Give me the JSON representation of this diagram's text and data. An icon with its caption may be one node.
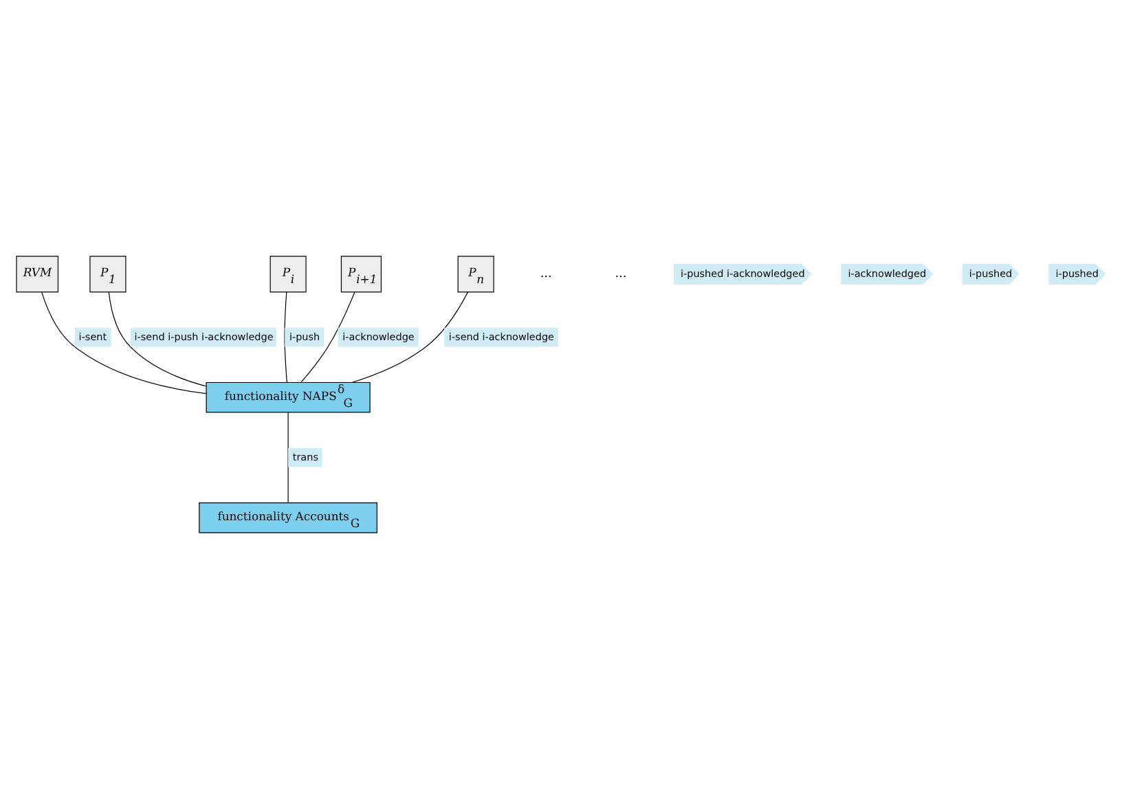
{
  "diagram": {
    "nodes": [
      {
        "text": [
          "RVM"
        ]
      },
      {
        "text": [
          "P$_{1}$"
        ]
      },
      {
        "text": [
          "P$_{i}$"
        ]
      },
      {
        "text": [
          "P$_{i+1}$"
        ]
      },
      {
        "text": [
          "P$_{n}$"
        ]
      },
      {
        "text": [
          "functionality NAPS$^{δ}$$_{G}$"
        ]
      },
      {
        "text": [
          "functionality Accounts$_{G}$"
        ]
      }
    ],
    "edges": [
      {
        "from": 0,
        "to": 5,
        "arrow": "none",
        "label": "i-sent"
      },
      {
        "from": 1,
        "to": 5,
        "arrow": "none",
        "label": "i-send i-push i-acknowledge"
      },
      {
        "from": 2,
        "to": 5,
        "arrow": "none",
        "label": "i-push"
      },
      {
        "from": 3,
        "to": 5,
        "arrow": "none",
        "label": "i-acknowledge"
      },
      {
        "from": 4,
        "to": 5,
        "arrow": "none",
        "label": "i-send i-acknowledge"
      },
      {
        "from": 5,
        "to": 6,
        "arrow": "none",
        "label": "trans"
      }
    ],
    "labels": [
      "…",
      "…",
      "i-pushed i-acknowledged",
      "i-acknowledged",
      "i-pushed",
      "i-pushed"
    ]
  }
}
